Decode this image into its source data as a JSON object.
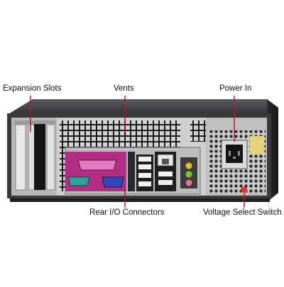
{
  "labels": {
    "expansion_slots": "Expansion Slots",
    "vents": "Vents",
    "power_in": "Power In",
    "rear_io": "Rear I/O Connectors",
    "voltage_switch": "Voltage Select Switch"
  },
  "colors": {
    "callout_line": "#b31b1b",
    "chassis_dark": "#2b2b2d",
    "chassis_frame": "#3a3a3c",
    "panel_grey": "#d9d9d9",
    "parallel_port": "#c0338a",
    "serial_port": "#1f9a8e",
    "vga_port": "#2b3f9e",
    "audio_green": "#7fc241",
    "audio_pink": "#e7739a",
    "audio_yellow": "#d8b93a",
    "voltage_switch": "#d83a2a"
  }
}
